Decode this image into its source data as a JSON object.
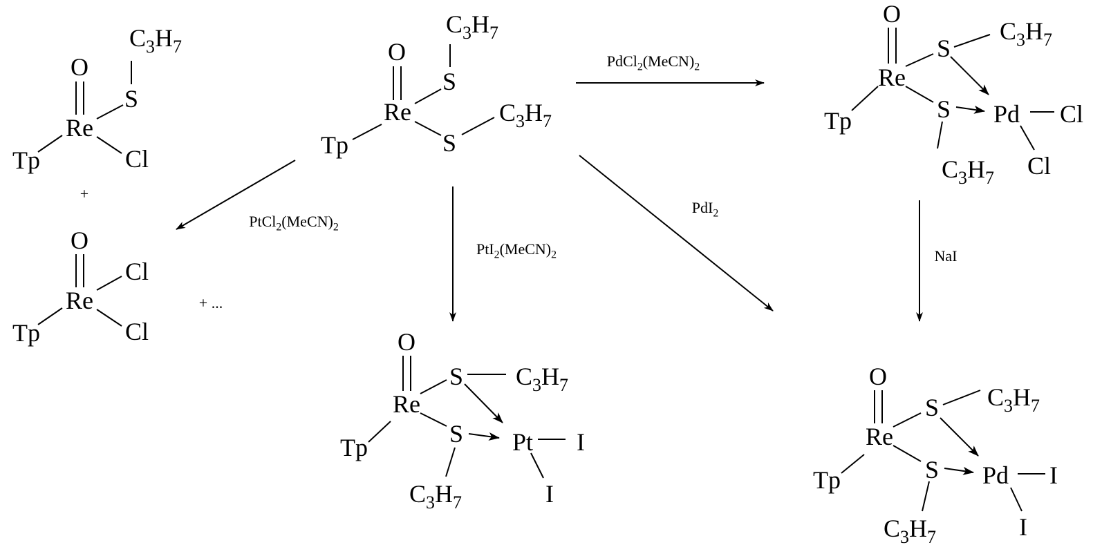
{
  "reagents": {
    "pdcl2": "PdCl2(MeCN)2",
    "ptcl2": "PtCl2(MeCN)2",
    "pti2": "PtI2(MeCN)2",
    "pdi2": "PdI2",
    "nai": "NaI"
  },
  "product_a": {
    "O": "O",
    "Re": "Re",
    "Tp": "Tp",
    "S": "S",
    "R": "C3H7",
    "Cl": "Cl"
  },
  "plus": "+",
  "product_b": {
    "O": "O",
    "Re": "Re",
    "Tp": "Tp",
    "Cl1": "Cl",
    "Cl2": "Cl",
    "etc": "+ ..."
  },
  "start": {
    "O": "O",
    "Re": "Re",
    "Tp": "Tp",
    "S1": "S",
    "R1": "C3H7",
    "S2": "S",
    "R2": "C3H7"
  },
  "pd_cl": {
    "O": "O",
    "Re": "Re",
    "Tp": "Tp",
    "S1": "S",
    "R1": "C3H7",
    "S2": "S",
    "R2": "C3H7",
    "M": "Pd",
    "X1": "Cl",
    "X2": "Cl"
  },
  "pt_i": {
    "O": "O",
    "Re": "Re",
    "Tp": "Tp",
    "S1": "S",
    "R1": "C3H7",
    "S2": "S",
    "R2": "C3H7",
    "M": "Pt",
    "X1": "I",
    "X2": "I"
  },
  "pd_i": {
    "O": "O",
    "Re": "Re",
    "Tp": "Tp",
    "S1": "S",
    "R1": "C3H7",
    "S2": "S",
    "R2": "C3H7",
    "M": "Pd",
    "X1": "I",
    "X2": "I"
  }
}
